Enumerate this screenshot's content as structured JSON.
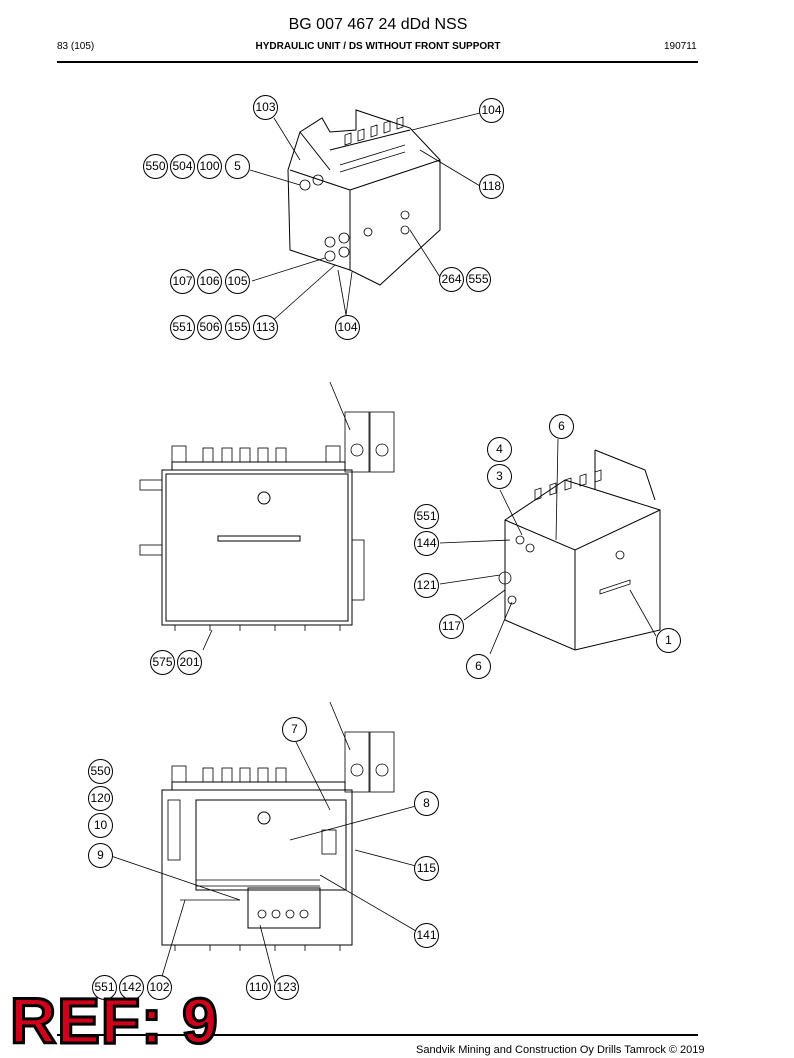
{
  "header": {
    "doc_title": "BG 007 467 24 dDd NSS",
    "page": "83 (105)",
    "section": "HYDRAULIC UNIT / DS WITHOUT FRONT SUPPORT",
    "date_code": "190711"
  },
  "callouts": {
    "view1": [
      "103",
      "104",
      "550",
      "504",
      "100",
      "5",
      "118",
      "107",
      "106",
      "105",
      "264",
      "555",
      "551",
      "506",
      "155",
      "113",
      "104"
    ],
    "view2": [
      "575",
      "201"
    ],
    "view3": [
      "6",
      "4",
      "3",
      "551",
      "144",
      "121",
      "117",
      "6",
      "1"
    ],
    "view4": [
      "7",
      "550",
      "120",
      "10",
      "9",
      "8",
      "115",
      "141",
      "551",
      "142",
      "102",
      "110",
      "123"
    ]
  },
  "overlay": {
    "ref_label": "REF: 9"
  },
  "footer": {
    "copyright": "Sandvik Mining and Construction Oy Drills Tamrock © 2019"
  }
}
